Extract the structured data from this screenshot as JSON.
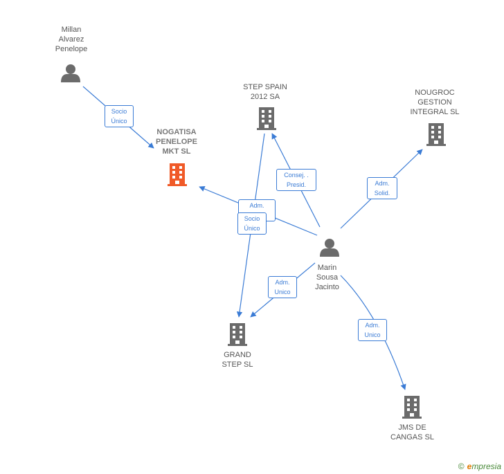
{
  "nodes": {
    "millan": {
      "label": "Millan\nAlvarez\nPenelope",
      "icon": "person-icon"
    },
    "nogatisa": {
      "label": "NOGATISA\nPENELOPE\nMKT SL",
      "icon": "building-icon",
      "color": "#f05a28"
    },
    "step_spain": {
      "label": "STEP SPAIN\n2012 SA",
      "icon": "building-icon"
    },
    "nougroc": {
      "label": "NOUGROC\nGESTION\nINTEGRAL SL",
      "icon": "building-icon"
    },
    "marin": {
      "label": "Marin\nSousa\nJacinto",
      "icon": "person-icon"
    },
    "grand_step": {
      "label": "GRAND\nSTEP SL",
      "icon": "building-icon"
    },
    "jms": {
      "label": "JMS DE\nCANGAS SL",
      "icon": "building-icon"
    }
  },
  "edges": {
    "millan_nogatisa": "Socio\nÚnico",
    "marin_step": "Consej. .\nPresid.",
    "marin_nougroc": "Adm.\nSolid.",
    "marin_nogatisa": "Adm.\n. .",
    "step_grand": "Socio\nÚnico",
    "marin_grand": "Adm.\nUnico",
    "marin_jms": "Adm.\nUnico"
  },
  "colors": {
    "edge": "#3a7bd5",
    "icon": "#6b6b6b",
    "focus": "#f05a28"
  },
  "watermark": {
    "symbol": "©",
    "brand_initial": "e",
    "brand_rest": "mpresia"
  }
}
